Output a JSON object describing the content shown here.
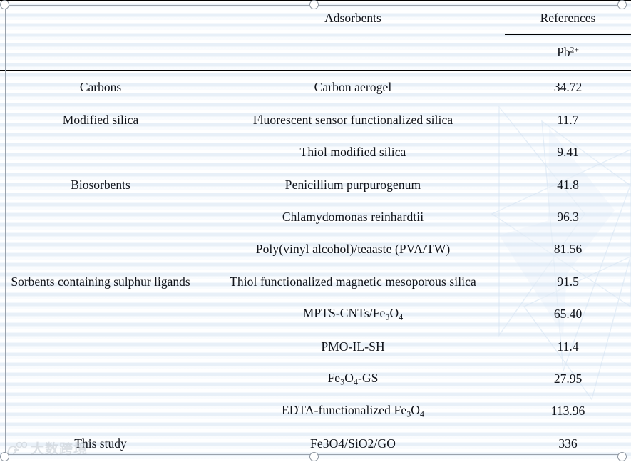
{
  "table": {
    "header": {
      "col_left": "",
      "col_mid": "Adsorbents",
      "col_right": "References",
      "sub_left": "",
      "sub_mid": "",
      "sub_right": "Pb",
      "sub_right_sup": "2+"
    },
    "columns": [
      "",
      "Adsorbents",
      "References"
    ],
    "rows": [
      {
        "group": "Carbons",
        "adsorbent": "Carbon aerogel",
        "adsorbent_sub": "",
        "value": "34.72"
      },
      {
        "group": "Modified silica",
        "adsorbent": "Fluorescent sensor functionalized silica",
        "adsorbent_sub": "",
        "value": "11.7"
      },
      {
        "group": "",
        "adsorbent": "Thiol modified silica",
        "adsorbent_sub": "",
        "value": "9.41"
      },
      {
        "group": "Biosorbents",
        "adsorbent": "Penicillium purpurogenum",
        "adsorbent_sub": "",
        "value": "41.8"
      },
      {
        "group": "",
        "adsorbent": "Chlamydomonas reinhardtii",
        "adsorbent_sub": "",
        "value": "96.3"
      },
      {
        "group": "",
        "adsorbent": "Poly(vinyl alcohol)/teaaste (PVA/TW)",
        "adsorbent_sub": "",
        "value": "81.56"
      },
      {
        "group": "Sorbents containing sulphur ligands",
        "adsorbent": "Thiol functionalized magnetic mesoporous silica",
        "adsorbent_sub": "",
        "value": "91.5"
      },
      {
        "group": "",
        "adsorbent": "MPTS-CNTs/Fe3O4",
        "adsorbent_sub": "sub",
        "value": "65.40"
      },
      {
        "group": "",
        "adsorbent": "PMO-IL-SH",
        "adsorbent_sub": "",
        "value": "11.4"
      },
      {
        "group": "",
        "adsorbent": "Fe3O4-GS",
        "adsorbent_sub": "sub",
        "value": "27.95"
      },
      {
        "group": "",
        "adsorbent": "EDTA-functionalized Fe3O4",
        "adsorbent_sub": "sub",
        "value": "113.96"
      },
      {
        "group": "This study",
        "adsorbent": "Fe3O4/SiO2/GO",
        "adsorbent_sub": "",
        "value": "336"
      }
    ]
  },
  "watermark": {
    "text": "大数跨境",
    "logo_icon": "paw-logo-icon"
  },
  "selection": {
    "handle_icon": "resize-handle-icon",
    "handles": [
      "top-left",
      "top-center",
      "top-right",
      "bottom-left",
      "bottom-center",
      "bottom-right"
    ]
  },
  "colors": {
    "page_bg": "#ffffff",
    "stripe": "#d6e4f3",
    "rule": "#000000",
    "selection_border": "#9aa2ac",
    "watermark_text": "#c9cfd6"
  }
}
